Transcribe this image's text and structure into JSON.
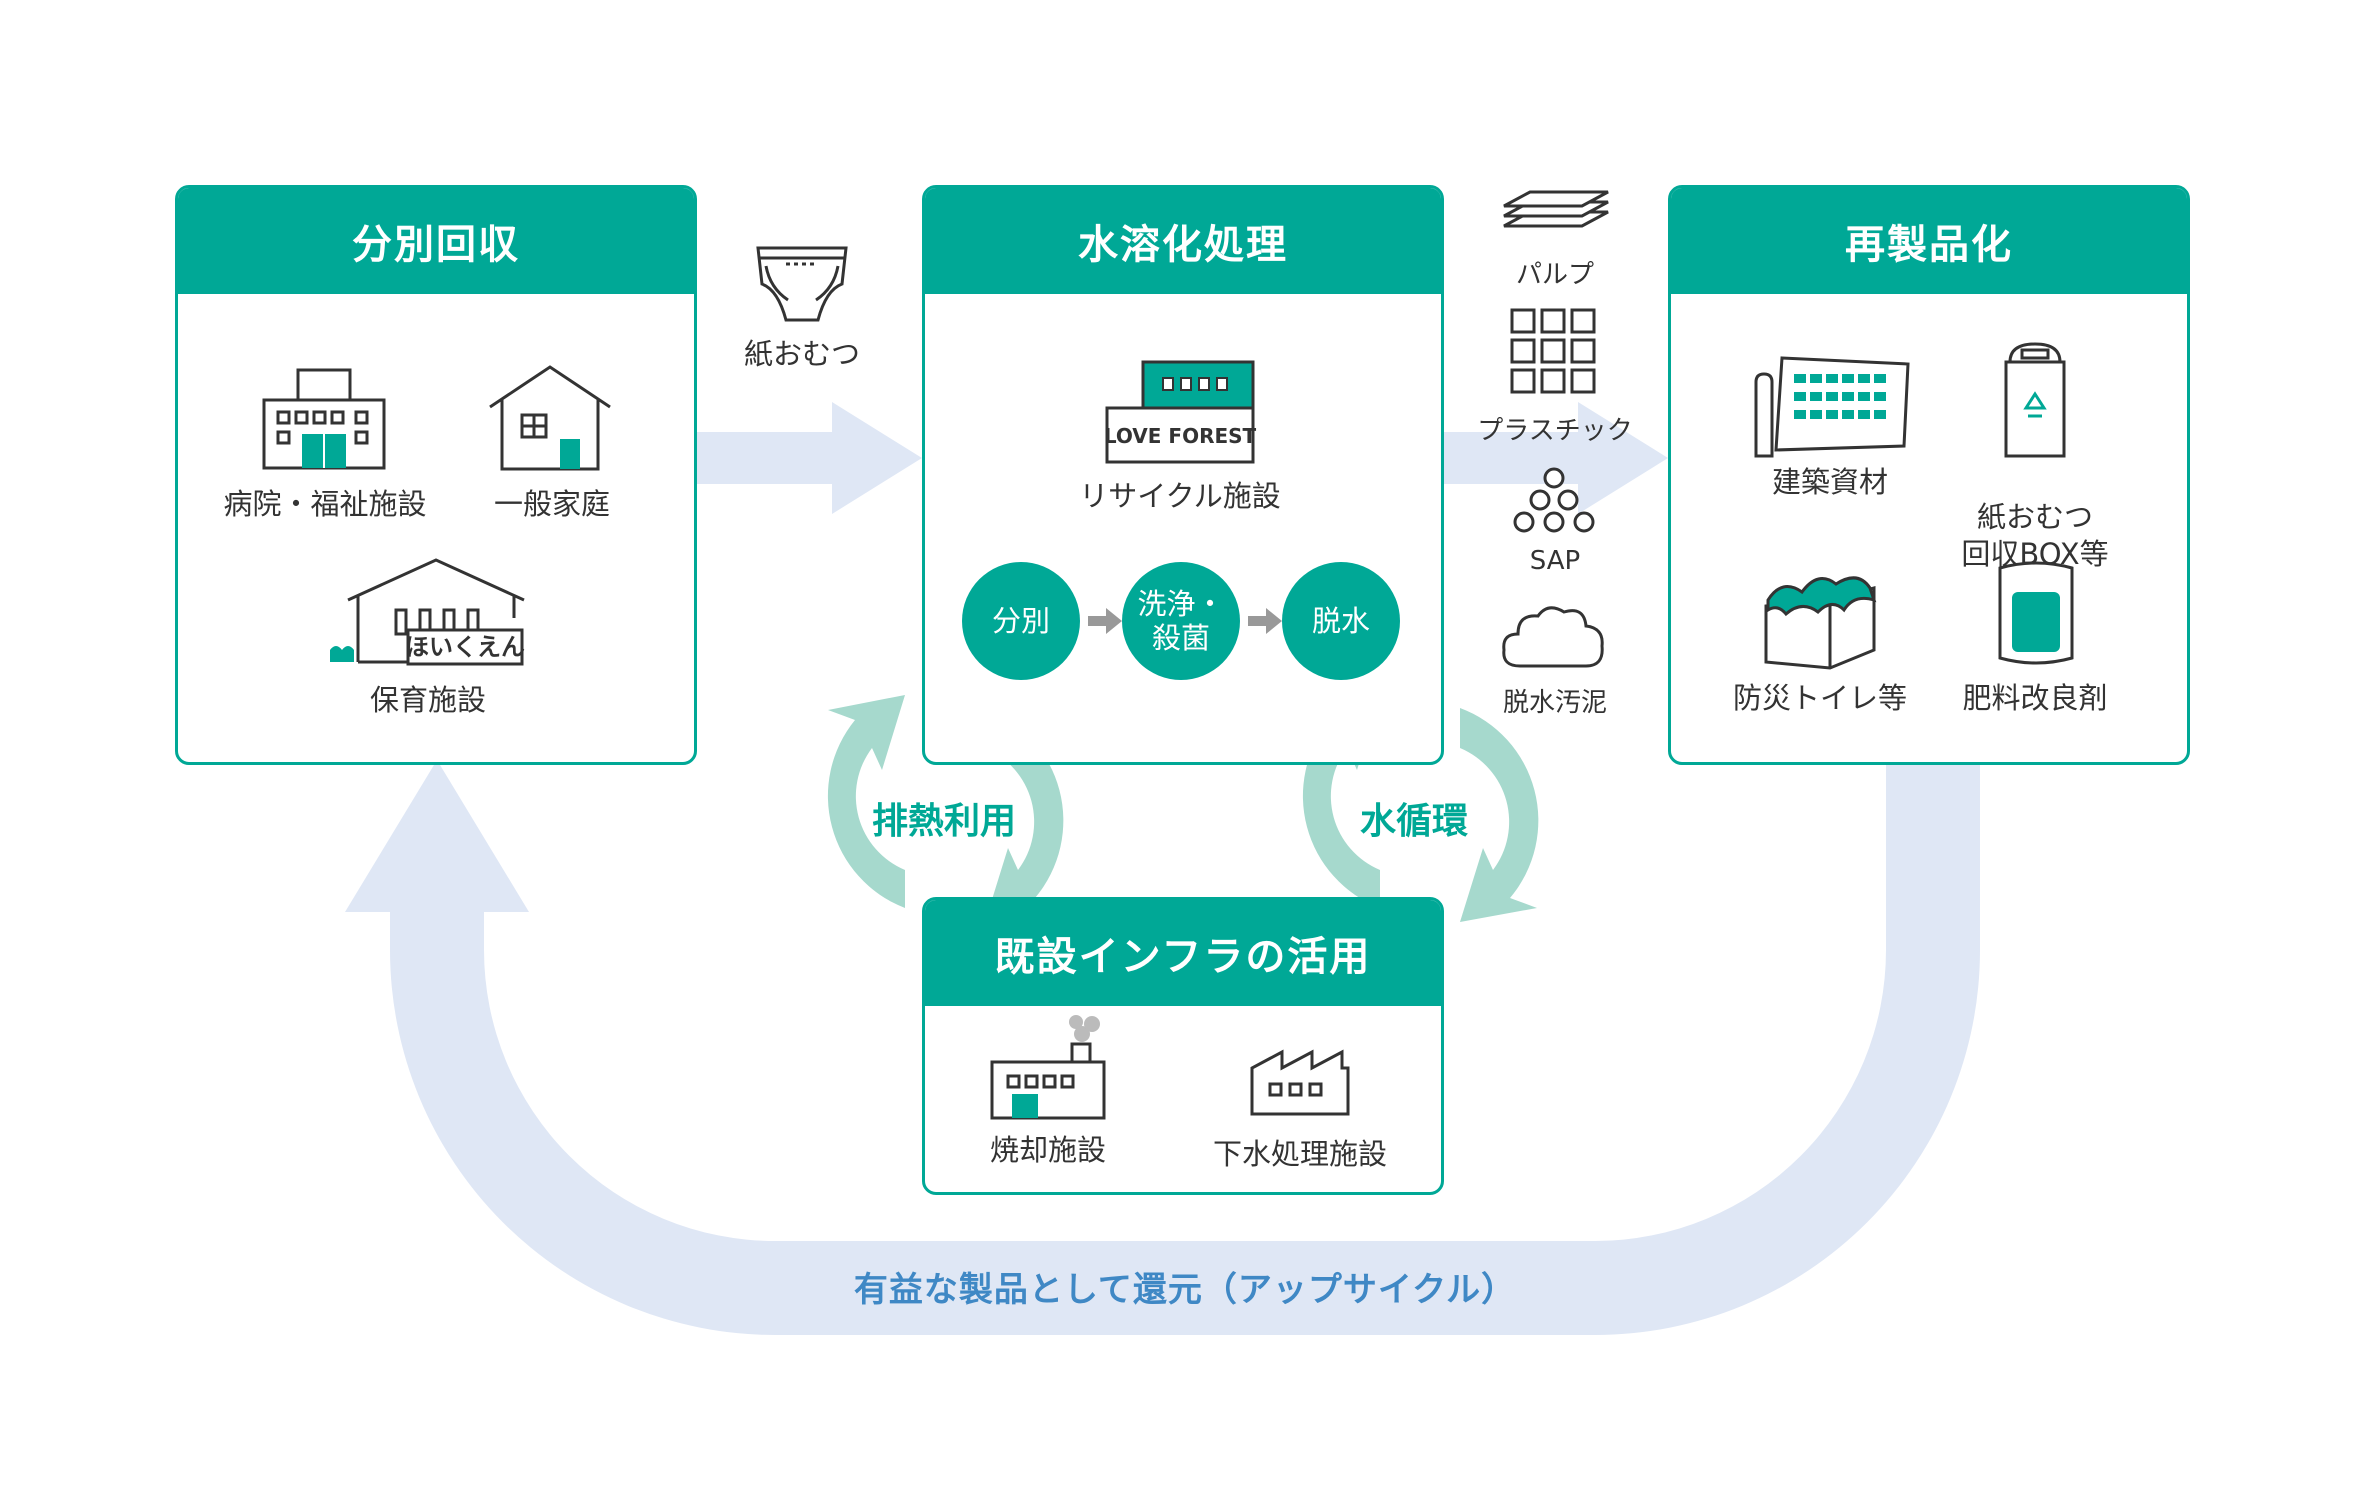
{
  "colors": {
    "accent": "#00a896",
    "flow_arrow": "#dfe7f5",
    "cycle_arrow": "#a6d9cd",
    "caption_blue": "#3f88c5"
  },
  "stages": {
    "collection": {
      "title": "分別回収",
      "items": [
        "病院・福祉施設",
        "一般家庭",
        "保育施設"
      ],
      "nursery_sign": "ほいくえん"
    },
    "processing": {
      "title": "水溶化処理",
      "facility_sign": "LOVE FOREST",
      "facility_label": "リサイクル施設",
      "steps": [
        "分別",
        "洗浄・\n殺菌",
        "脱水"
      ]
    },
    "reproduction": {
      "title": "再製品化",
      "items": [
        "建築資材",
        "紙おむつ\n回収BOX等",
        "防災トイレ等",
        "肥料改良剤"
      ]
    },
    "infrastructure": {
      "title": "既設インフラの活用",
      "items": [
        "焼却施設",
        "下水処理施設"
      ]
    }
  },
  "input_label": "紙おむつ",
  "outputs": [
    "パルプ",
    "プラスチック",
    "SAP",
    "脱水汚泥"
  ],
  "cycles": {
    "left": "排熱利用",
    "right": "水循環"
  },
  "return_caption": "有益な製品として還元（アップサイクル）",
  "icons": [
    "hospital-icon",
    "house-icon",
    "nursery-icon",
    "diaper-icon",
    "recycle-facility-icon",
    "pulp-icon",
    "plastic-icon",
    "sap-icon",
    "sludge-icon",
    "building-material-icon",
    "collection-box-icon",
    "disaster-toilet-icon",
    "fertilizer-icon",
    "incinerator-icon",
    "sewage-plant-icon"
  ]
}
